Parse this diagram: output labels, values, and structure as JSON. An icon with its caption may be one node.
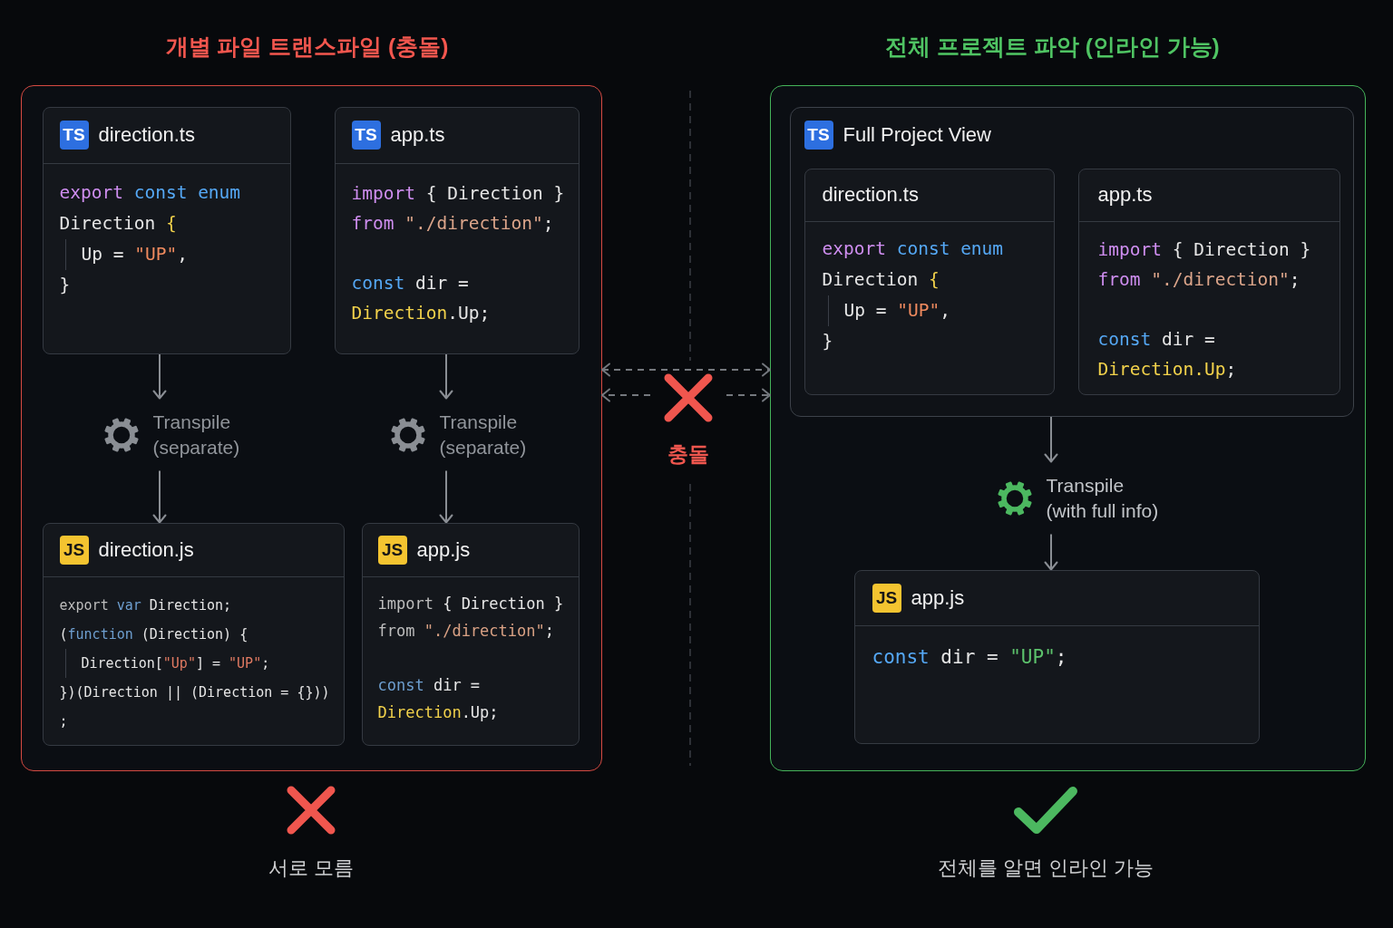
{
  "diagram": {
    "nodes": [
      {
        "text": [
          "개별 파일 트랜스파일 (충돌)"
        ]
      },
      {
        "text": [
          "TS",
          "direction.ts",
          "export const enum Direction {",
          "Up = \"UP\",",
          "}"
        ],
        "in": 0
      },
      {
        "text": [
          "TS",
          "app.ts",
          "import { Direction } from \"./direction\";",
          "const dir = Direction.Up;"
        ],
        "in": 0
      },
      {
        "text": [
          "Transpile (separate)"
        ],
        "in": 0
      },
      {
        "text": [
          "Transpile (separate)"
        ],
        "in": 0
      },
      {
        "text": [
          "JS",
          "direction.js",
          "export var Direction;",
          "(function (Direction) {",
          "Direction[\"Up\"] = \"UP\";",
          "})(Direction || (Direction = {})) ;"
        ],
        "in": 0
      },
      {
        "text": [
          "JS",
          "app.js",
          "import { Direction } from \"./direction\";",
          "const dir = Direction.Up;"
        ],
        "in": 0
      },
      {
        "text": [
          "충돌"
        ]
      },
      {
        "text": [
          "전체 프로젝트 파악 (인라인 가능)"
        ]
      },
      {
        "text": [
          "TS",
          "Full Project View"
        ],
        "in": 8
      },
      {
        "text": [
          "direction.ts",
          "export const enum Direction {",
          "Up = \"UP\",",
          "}"
        ],
        "in": 9
      },
      {
        "text": [
          "app.ts",
          "import { Direction } from \"./direction\";",
          "const dir = Direction.Up;"
        ],
        "in": 9
      },
      {
        "text": [
          "Transpile (with full info)"
        ],
        "in": 8
      },
      {
        "text": [
          "JS",
          "app.js",
          "const dir = \"UP\";"
        ],
        "in": 8
      }
    ],
    "edges": [
      {
        "from": 1,
        "to": 3,
        "arrow": "to"
      },
      {
        "from": 3,
        "to": 5,
        "arrow": "to"
      },
      {
        "from": 2,
        "to": 4,
        "arrow": "to"
      },
      {
        "from": 4,
        "to": 6,
        "arrow": "to"
      },
      {
        "from": 0,
        "to": 8,
        "arrow": "both",
        "style": "dashed"
      },
      {
        "from": 7,
        "to": 0,
        "arrow": "to",
        "style": "dashed"
      },
      {
        "from": 7,
        "to": 8,
        "arrow": "to",
        "style": "dashed"
      },
      {
        "from": 9,
        "to": 12,
        "arrow": "to"
      },
      {
        "from": 12,
        "to": 13,
        "arrow": "to"
      }
    ],
    "labels": [
      "서로 모름",
      "전체를 알면 인라인 가능"
    ]
  }
}
